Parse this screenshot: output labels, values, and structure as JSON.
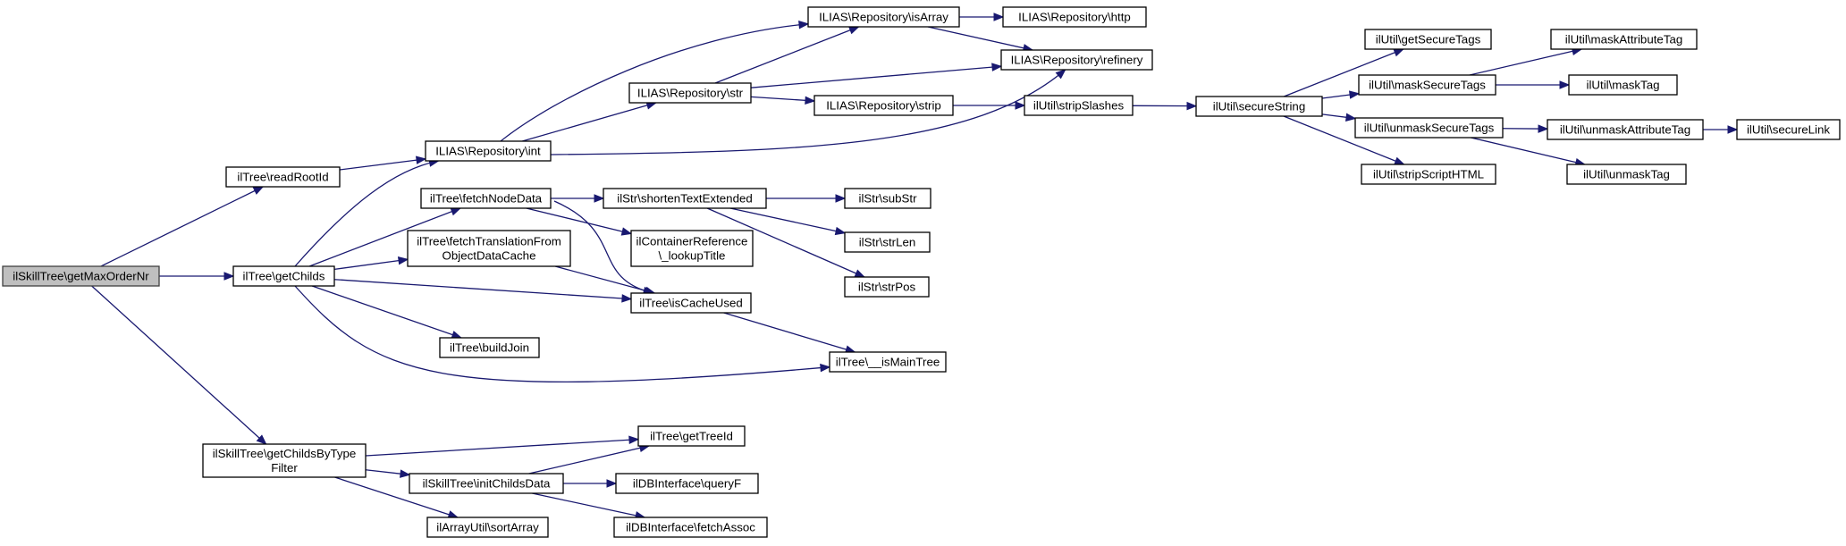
{
  "nodes": [
    {
      "id": "getMaxOrderNr",
      "lines": [
        "ilSkillTree\\getMaxOrderNr"
      ],
      "root": true
    },
    {
      "id": "readRootId",
      "lines": [
        "ilTree\\readRootId"
      ]
    },
    {
      "id": "getChilds",
      "lines": [
        "ilTree\\getChilds"
      ]
    },
    {
      "id": "getChildsByTypeFilter",
      "lines": [
        "ilSkillTree\\getChildsByType",
        "Filter"
      ]
    },
    {
      "id": "repoInt",
      "lines": [
        "ILIAS\\Repository\\int"
      ]
    },
    {
      "id": "repoStr",
      "lines": [
        "ILIAS\\Repository\\str"
      ]
    },
    {
      "id": "repoIsArray",
      "lines": [
        "ILIAS\\Repository\\isArray"
      ]
    },
    {
      "id": "repoHttp",
      "lines": [
        "ILIAS\\Repository\\http"
      ]
    },
    {
      "id": "repoRefinery",
      "lines": [
        "ILIAS\\Repository\\refinery"
      ]
    },
    {
      "id": "repoStrip",
      "lines": [
        "ILIAS\\Repository\\strip"
      ]
    },
    {
      "id": "stripSlashes",
      "lines": [
        "ilUtil\\stripSlashes"
      ]
    },
    {
      "id": "secureString",
      "lines": [
        "ilUtil\\secureString"
      ]
    },
    {
      "id": "getSecureTags",
      "lines": [
        "ilUtil\\getSecureTags"
      ]
    },
    {
      "id": "maskSecureTags",
      "lines": [
        "ilUtil\\maskSecureTags"
      ]
    },
    {
      "id": "unmaskSecureTags",
      "lines": [
        "ilUtil\\unmaskSecureTags"
      ]
    },
    {
      "id": "stripScriptHTML",
      "lines": [
        "ilUtil\\stripScriptHTML"
      ]
    },
    {
      "id": "maskAttributeTag",
      "lines": [
        "ilUtil\\maskAttributeTag"
      ]
    },
    {
      "id": "maskTag",
      "lines": [
        "ilUtil\\maskTag"
      ]
    },
    {
      "id": "unmaskAttributeTag",
      "lines": [
        "ilUtil\\unmaskAttributeTag"
      ]
    },
    {
      "id": "unmaskTag",
      "lines": [
        "ilUtil\\unmaskTag"
      ]
    },
    {
      "id": "secureLink",
      "lines": [
        "ilUtil\\secureLink"
      ]
    },
    {
      "id": "fetchNodeData",
      "lines": [
        "ilTree\\fetchNodeData"
      ]
    },
    {
      "id": "fetchTranslation",
      "lines": [
        "ilTree\\fetchTranslationFrom",
        "ObjectDataCache"
      ]
    },
    {
      "id": "buildJoin",
      "lines": [
        "ilTree\\buildJoin"
      ]
    },
    {
      "id": "shortenTextExtended",
      "lines": [
        "ilStr\\shortenTextExtended"
      ]
    },
    {
      "id": "lookupTitle",
      "lines": [
        "ilContainerReference",
        "\\_lookupTitle"
      ]
    },
    {
      "id": "isCacheUsed",
      "lines": [
        "ilTree\\isCacheUsed"
      ]
    },
    {
      "id": "isMainTree",
      "lines": [
        "ilTree\\__isMainTree"
      ]
    },
    {
      "id": "subStr",
      "lines": [
        "ilStr\\subStr"
      ]
    },
    {
      "id": "strLen",
      "lines": [
        "ilStr\\strLen"
      ]
    },
    {
      "id": "strPos",
      "lines": [
        "ilStr\\strPos"
      ]
    },
    {
      "id": "getTreeId",
      "lines": [
        "ilTree\\getTreeId"
      ]
    },
    {
      "id": "initChildsData",
      "lines": [
        "ilSkillTree\\initChildsData"
      ]
    },
    {
      "id": "sortArray",
      "lines": [
        "ilArrayUtil\\sortArray"
      ]
    },
    {
      "id": "queryF",
      "lines": [
        "ilDBInterface\\queryF"
      ]
    },
    {
      "id": "fetchAssoc",
      "lines": [
        "ilDBInterface\\fetchAssoc"
      ]
    }
  ],
  "edges": [
    {
      "from": "getMaxOrderNr",
      "to": "readRootId"
    },
    {
      "from": "getMaxOrderNr",
      "to": "getChilds"
    },
    {
      "from": "getMaxOrderNr",
      "to": "getChildsByTypeFilter"
    },
    {
      "from": "readRootId",
      "to": "repoInt"
    },
    {
      "from": "repoInt",
      "to": "repoIsArray"
    },
    {
      "from": "repoInt",
      "to": "repoStr"
    },
    {
      "from": "repoInt",
      "to": "repoRefinery"
    },
    {
      "from": "repoStr",
      "to": "repoIsArray"
    },
    {
      "from": "repoStr",
      "to": "repoRefinery"
    },
    {
      "from": "repoStr",
      "to": "repoStrip"
    },
    {
      "from": "repoIsArray",
      "to": "repoHttp"
    },
    {
      "from": "repoIsArray",
      "to": "repoRefinery"
    },
    {
      "from": "repoStrip",
      "to": "stripSlashes"
    },
    {
      "from": "stripSlashes",
      "to": "secureString"
    },
    {
      "from": "secureString",
      "to": "getSecureTags"
    },
    {
      "from": "secureString",
      "to": "maskSecureTags"
    },
    {
      "from": "secureString",
      "to": "unmaskSecureTags"
    },
    {
      "from": "secureString",
      "to": "stripScriptHTML"
    },
    {
      "from": "maskSecureTags",
      "to": "maskAttributeTag"
    },
    {
      "from": "maskSecureTags",
      "to": "maskTag"
    },
    {
      "from": "unmaskSecureTags",
      "to": "unmaskAttributeTag"
    },
    {
      "from": "unmaskSecureTags",
      "to": "unmaskTag"
    },
    {
      "from": "unmaskAttributeTag",
      "to": "secureLink"
    },
    {
      "from": "getChilds",
      "to": "repoInt"
    },
    {
      "from": "getChilds",
      "to": "fetchNodeData"
    },
    {
      "from": "getChilds",
      "to": "fetchTranslation"
    },
    {
      "from": "getChilds",
      "to": "isCacheUsed"
    },
    {
      "from": "getChilds",
      "to": "buildJoin"
    },
    {
      "from": "getChilds",
      "to": "isMainTree"
    },
    {
      "from": "fetchNodeData",
      "to": "shortenTextExtended"
    },
    {
      "from": "fetchNodeData",
      "to": "lookupTitle"
    },
    {
      "from": "fetchNodeData",
      "to": "isCacheUsed"
    },
    {
      "from": "fetchTranslation",
      "to": "isCacheUsed"
    },
    {
      "from": "shortenTextExtended",
      "to": "subStr"
    },
    {
      "from": "shortenTextExtended",
      "to": "strLen"
    },
    {
      "from": "shortenTextExtended",
      "to": "strPos"
    },
    {
      "from": "isCacheUsed",
      "to": "isMainTree"
    },
    {
      "from": "getChildsByTypeFilter",
      "to": "getTreeId"
    },
    {
      "from": "getChildsByTypeFilter",
      "to": "initChildsData"
    },
    {
      "from": "getChildsByTypeFilter",
      "to": "sortArray"
    },
    {
      "from": "initChildsData",
      "to": "getTreeId"
    },
    {
      "from": "initChildsData",
      "to": "queryF"
    },
    {
      "from": "initChildsData",
      "to": "fetchAssoc"
    }
  ],
  "colors": {
    "edge": "#191970",
    "node_border": "#000000",
    "root_fill": "#bfbfbf",
    "node_fill": "#ffffff"
  }
}
